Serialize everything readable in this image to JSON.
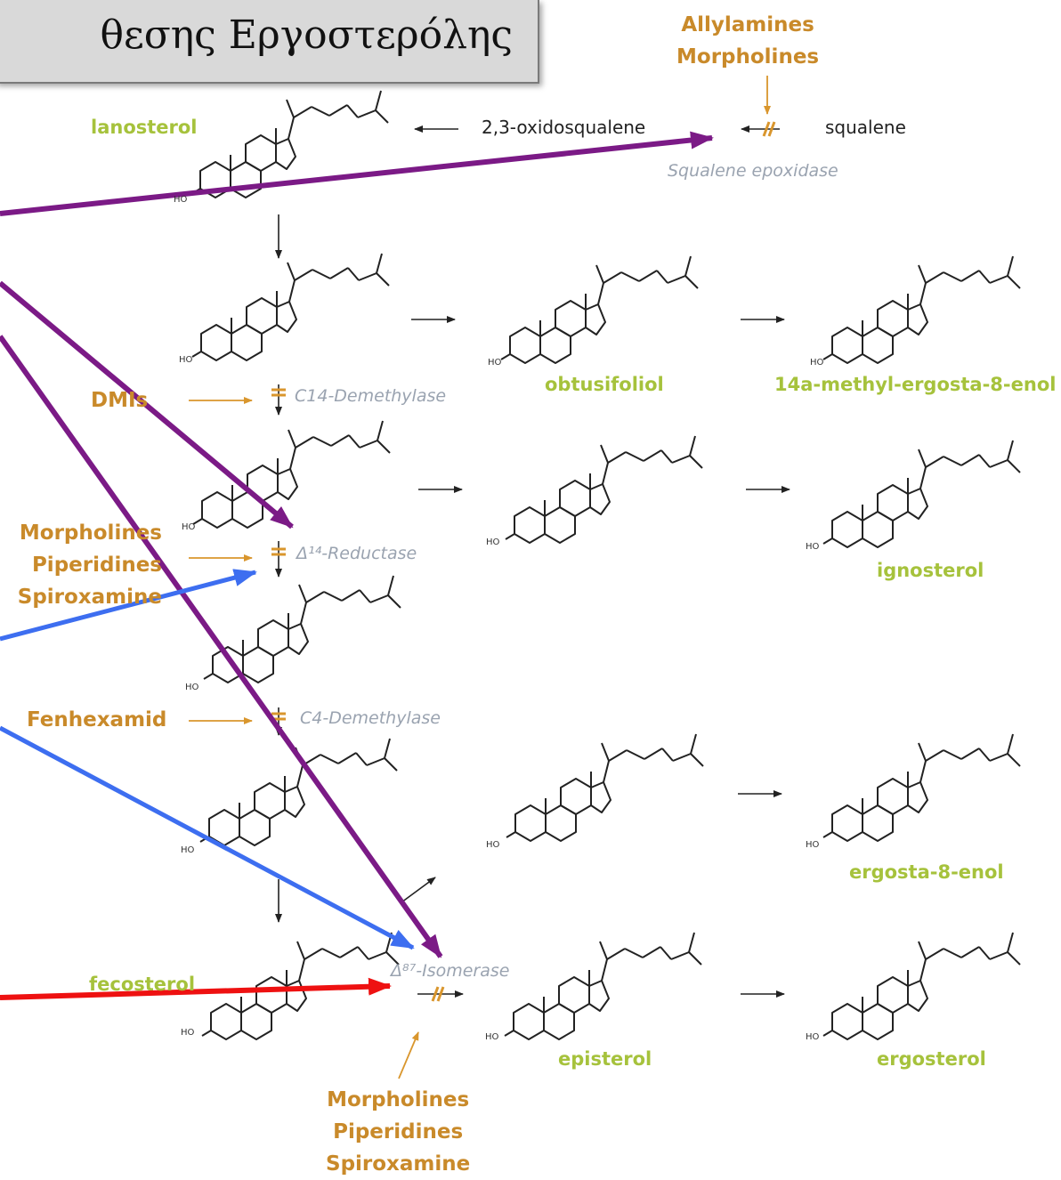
{
  "title": "θεσης Εργοστερόλης",
  "compounds": {
    "lanosterol": "lanosterol",
    "oxidosqualene": "2,3-oxidosqualene",
    "squalene": "squalene",
    "obtusifoliol": "obtusifoliol",
    "methyl_ergosta": "14a-methyl-ergosta-8-enol",
    "ignosterol": "ignosterol",
    "ergosta8enol": "ergosta-8-enol",
    "fecosterol": "fecosterol",
    "episterol": "episterol",
    "ergosterol": "ergosterol"
  },
  "enzymes": {
    "squalene_epoxidase": "Squalene epoxidase",
    "c14_demethylase": "C14-Demethylase",
    "d14_reductase": "Δ¹⁴-Reductase",
    "c4_demethylase": "C4-Demethylase",
    "d87_isomerase": "Δ⁸⁷-Isomerase"
  },
  "inhibitors": {
    "top": [
      "Allylamines",
      "Morpholines"
    ],
    "dmis": "DMIs",
    "reductase": [
      "Morpholines",
      "Piperidines",
      "Spiroxamine"
    ],
    "fenhexamid": "Fenhexamid",
    "bottom": [
      "Morpholines",
      "Piperidines",
      "Spiroxamine"
    ]
  },
  "ho_label": "HO",
  "colors": {
    "compound": "#a6c23c",
    "inhibitor": "#c98a2a",
    "enzyme": "#9aa3b0",
    "purple_arrow": "#7b1a86",
    "blue_arrow": "#3d6ef0",
    "red_arrow": "#ee1111"
  }
}
